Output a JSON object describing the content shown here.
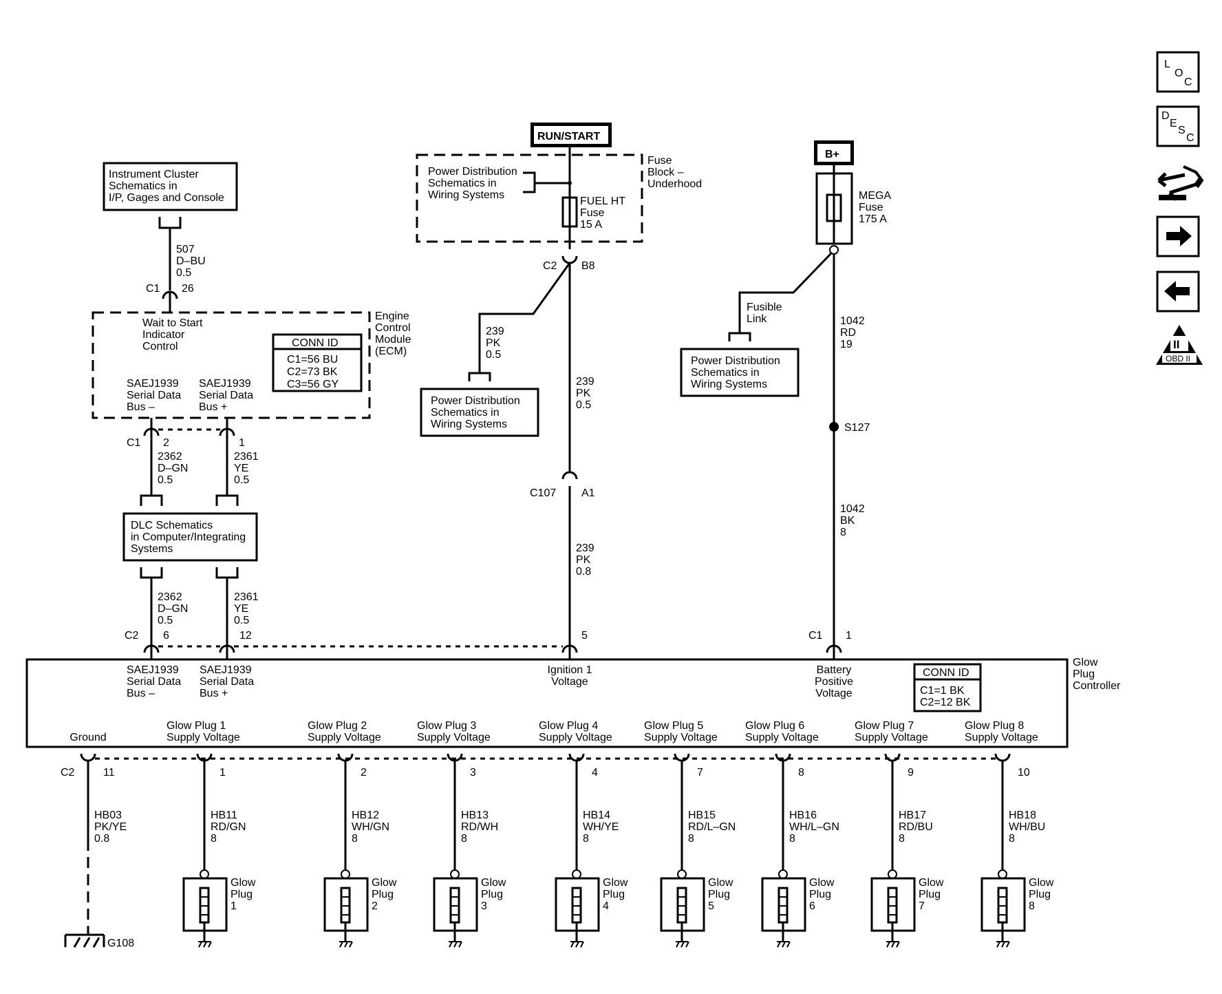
{
  "sources": {
    "run_start": "RUN/START",
    "b_plus": "B+"
  },
  "fuse_block": {
    "label": [
      "Fuse",
      "Block –",
      "Underhood"
    ],
    "pd_ref": [
      "Power Distribution",
      "Schematics in",
      "Wiring Systems"
    ],
    "fuse": [
      "FUEL HT",
      "Fuse",
      "15 A"
    ],
    "conn_left": "C2",
    "conn_right": "B8"
  },
  "mega_fuse": {
    "label": [
      "MEGA",
      "Fuse",
      "175 A"
    ],
    "fusible_link": [
      "Fusible",
      "Link"
    ],
    "pd_ref": [
      "Power Distribution",
      "Schematics in",
      "Wiring Systems"
    ]
  },
  "instrument_cluster": {
    "ref": [
      "Instrument Cluster",
      "Schematics in",
      "I/P, Gages and Console"
    ],
    "wire": [
      "507",
      "D–BU",
      "0.5"
    ],
    "conn": "C1",
    "pin": "26"
  },
  "ecm": {
    "label": [
      "Engine",
      "Control",
      "Module",
      "(ECM)"
    ],
    "wait_to_start": [
      "Wait to Start",
      "Indicator",
      "Control"
    ],
    "conn_id_title": "CONN ID",
    "conn_ids": [
      "C1=56 BU",
      "C2=73 BK",
      "C3=56 GY"
    ],
    "bus_minus": [
      "SAEJ1939",
      "Serial Data",
      "Bus –"
    ],
    "bus_plus": [
      "SAEJ1939",
      "Serial Data",
      "Bus +"
    ],
    "conn": "C1",
    "pin_minus": "2",
    "pin_plus": "1"
  },
  "dlc": {
    "ref": [
      "DLC Schematics",
      "in Computer/Integrating",
      "Systems"
    ],
    "upper_wire_minus": [
      "2362",
      "D–GN",
      "0.5"
    ],
    "upper_wire_plus": [
      "2361",
      "YE",
      "0.5"
    ],
    "lower_wire_minus": [
      "2362",
      "D–GN",
      "0.5"
    ],
    "lower_wire_plus": [
      "2361",
      "YE",
      "0.5"
    ]
  },
  "ignition_branch": {
    "branch_wire": [
      "239",
      "PK",
      "0.5"
    ],
    "pd_ref": [
      "Power Distribution",
      "Schematics in",
      "Wiring Systems"
    ],
    "main_wire_upper": [
      "239",
      "PK",
      "0.5"
    ],
    "inline_conn": "C107",
    "inline_pin": "A1",
    "main_wire_lower": [
      "239",
      "PK",
      "0.8"
    ]
  },
  "battery_branch": {
    "wire_upper": [
      "1042",
      "RD",
      "19"
    ],
    "splice": "S127",
    "wire_lower": [
      "1042",
      "BK",
      "8"
    ]
  },
  "gpc": {
    "label": [
      "Glow",
      "Plug",
      "Controller"
    ],
    "top_conn_c2": "C2",
    "top_pin_minus": "6",
    "top_pin_plus": "12",
    "top_pin_ign": "5",
    "top_conn_c1": "C1",
    "top_pin_batt": "1",
    "bus_minus": [
      "SAEJ1939",
      "Serial Data",
      "Bus –"
    ],
    "bus_plus": [
      "SAEJ1939",
      "Serial Data",
      "Bus +"
    ],
    "ignition": [
      "Ignition 1",
      "Voltage"
    ],
    "battery": [
      "Battery",
      "Positive",
      "Voltage"
    ],
    "conn_id_title": "CONN ID",
    "conn_ids": [
      "C1=1 BK",
      "C2=12 BK"
    ],
    "ground_label": "Ground",
    "bottom_conn": "C2"
  },
  "outputs": [
    {
      "name": [
        "Ground"
      ],
      "pin": "11",
      "wire": [
        "HB03",
        "PK/YE",
        "0.8"
      ]
    },
    {
      "name": [
        "Glow Plug 1",
        "Supply Voltage"
      ],
      "pin": "1",
      "wire": [
        "HB11",
        "RD/GN",
        "8"
      ],
      "plug": [
        "Glow",
        "Plug",
        "1"
      ]
    },
    {
      "name": [
        "Glow Plug 2",
        "Supply Voltage"
      ],
      "pin": "2",
      "wire": [
        "HB12",
        "WH/GN",
        "8"
      ],
      "plug": [
        "Glow",
        "Plug",
        "2"
      ]
    },
    {
      "name": [
        "Glow Plug 3",
        "Supply Voltage"
      ],
      "pin": "3",
      "wire": [
        "HB13",
        "RD/WH",
        "8"
      ],
      "plug": [
        "Glow",
        "Plug",
        "3"
      ]
    },
    {
      "name": [
        "Glow Plug 4",
        "Supply Voltage"
      ],
      "pin": "4",
      "wire": [
        "HB14",
        "WH/YE",
        "8"
      ],
      "plug": [
        "Glow",
        "Plug",
        "4"
      ]
    },
    {
      "name": [
        "Glow Plug 5",
        "Supply Voltage"
      ],
      "pin": "7",
      "wire": [
        "HB15",
        "RD/L–GN",
        "8"
      ],
      "plug": [
        "Glow",
        "Plug",
        "5"
      ]
    },
    {
      "name": [
        "Glow Plug 6",
        "Supply Voltage"
      ],
      "pin": "8",
      "wire": [
        "HB16",
        "WH/L–GN",
        "8"
      ],
      "plug": [
        "Glow",
        "Plug",
        "6"
      ]
    },
    {
      "name": [
        "Glow Plug 7",
        "Supply Voltage"
      ],
      "pin": "9",
      "wire": [
        "HB17",
        "RD/BU",
        "8"
      ],
      "plug": [
        "Glow",
        "Plug",
        "7"
      ]
    },
    {
      "name": [
        "Glow Plug 8",
        "Supply Voltage"
      ],
      "pin": "10",
      "wire": [
        "HB18",
        "WH/BU",
        "8"
      ],
      "plug": [
        "Glow",
        "Plug",
        "8"
      ]
    }
  ],
  "ground_point": "G108",
  "nav": {
    "loc": [
      "L",
      "O",
      "C"
    ],
    "desc": [
      "D",
      "E",
      "S",
      "C"
    ],
    "obd": "OBD II",
    "obd_mark": "II",
    "icons": [
      "loc-icon",
      "desc-icon",
      "connector-tool-icon",
      "forward-arrow-icon",
      "back-arrow-icon",
      "obd-ii-icon"
    ]
  }
}
